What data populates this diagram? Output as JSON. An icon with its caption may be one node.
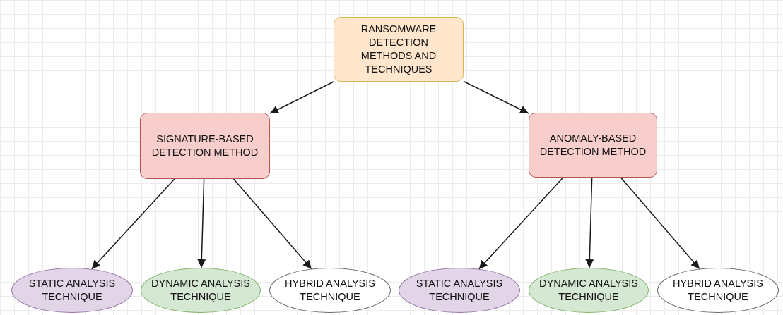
{
  "diagram": {
    "nodes": [
      {
        "text": [
          "RANSOMWARE DETECTION METHODS AND TECHNIQUES"
        ]
      },
      {
        "text": [
          "SIGNATURE-BASED DETECTION METHOD"
        ]
      },
      {
        "text": [
          "ANOMALY-BASED DETECTION METHOD"
        ]
      },
      {
        "text": [
          "STATIC ANALYSIS TECHNIQUE"
        ]
      },
      {
        "text": [
          "DYNAMIC ANALYSIS TECHNIQUE"
        ]
      },
      {
        "text": [
          "HYBRID ANALYSIS TECHNIQUE"
        ]
      },
      {
        "text": [
          "STATIC ANALYSIS TECHNIQUE"
        ]
      },
      {
        "text": [
          "DYNAMIC ANALYSIS TECHNIQUE"
        ]
      },
      {
        "text": [
          "HYBRID ANALYSIS TECHNIQUE"
        ]
      }
    ],
    "edges": [
      {
        "from": 0,
        "to": 1,
        "arrow": "to"
      },
      {
        "from": 0,
        "to": 2,
        "arrow": "to"
      },
      {
        "from": 1,
        "to": 3,
        "arrow": "to"
      },
      {
        "from": 1,
        "to": 4,
        "arrow": "to"
      },
      {
        "from": 1,
        "to": 5,
        "arrow": "to"
      },
      {
        "from": 2,
        "to": 6,
        "arrow": "to"
      },
      {
        "from": 2,
        "to": 7,
        "arrow": "to"
      },
      {
        "from": 2,
        "to": 8,
        "arrow": "to"
      }
    ]
  }
}
